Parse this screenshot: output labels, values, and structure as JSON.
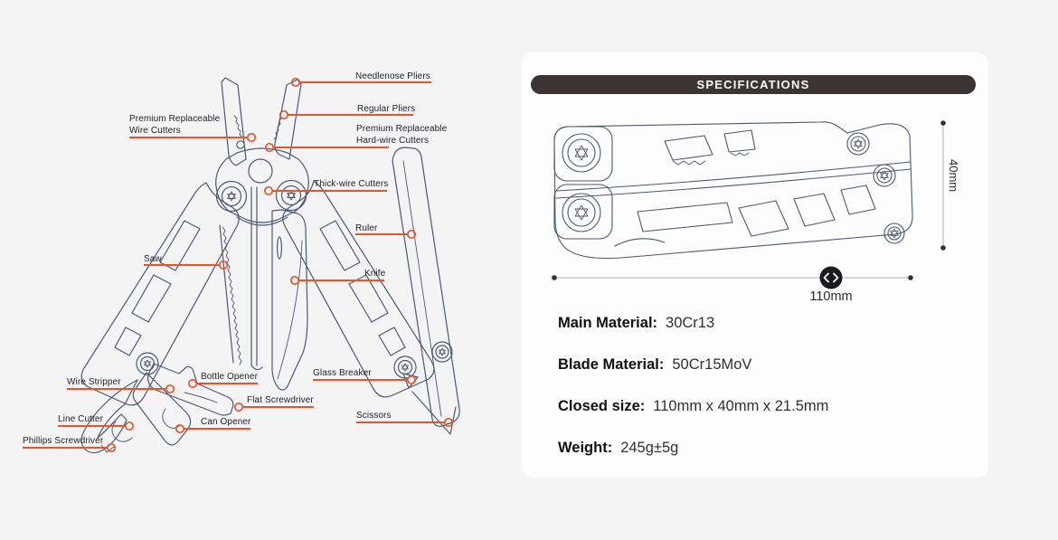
{
  "colors": {
    "page_background": "#f4f4f5",
    "panel_background": "#fdfdfd",
    "title_bar_background": "#3b3433",
    "title_text": "#ffffff",
    "accent_orange": "#e8552c",
    "line_art_navy": "#4f5872",
    "label_text": "#22232c"
  },
  "diagram": {
    "labels": [
      {
        "text": "Needlenose Pliers"
      },
      {
        "text": "Regular Pliers"
      },
      {
        "text": "Premium Replaceable",
        "text2": "Wire Cutters"
      },
      {
        "text": "Premium Replaceable",
        "text2": "Hard-wire Cutters"
      },
      {
        "text": "Thick-wire Cutters"
      },
      {
        "text": "Ruler"
      },
      {
        "text": "Saw"
      },
      {
        "text": "Knife"
      },
      {
        "text": "Wire Stripper"
      },
      {
        "text": "Bottle Opener"
      },
      {
        "text": "Flat Screwdriver"
      },
      {
        "text": "Line Cutter"
      },
      {
        "text": "Can Opener"
      },
      {
        "text": "Phillips Screwdriver"
      },
      {
        "text": "Glass Breaker"
      },
      {
        "text": "Scissors"
      }
    ]
  },
  "specifications": {
    "title": "SPECIFICATIONS",
    "dimensions": {
      "width": "110mm",
      "height": "40mm"
    },
    "rows": [
      {
        "label": "Main Material:",
        "value": "30Cr13"
      },
      {
        "label": "Blade Material:",
        "value": "50Cr15MoV"
      },
      {
        "label": "Closed size:",
        "value": "110mm x 40mm x 21.5mm"
      },
      {
        "label": "Weight:",
        "value": "245g±5g"
      }
    ]
  }
}
